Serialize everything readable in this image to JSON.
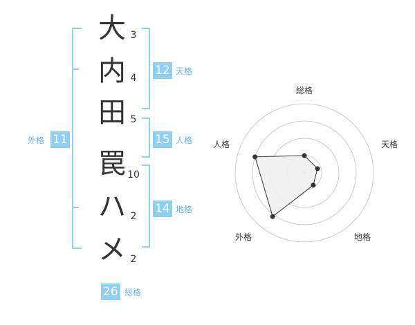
{
  "colors": {
    "accent": "#8fcff2",
    "accent_text": "#64b4e4",
    "badge_bg": "#8fcff2",
    "text": "#333333",
    "radar_grid": "#cccccc",
    "radar_fill": "#f0f0f0"
  },
  "name": {
    "characters": [
      {
        "char": "大",
        "strokes": "3"
      },
      {
        "char": "内",
        "strokes": "4"
      },
      {
        "char": "田",
        "strokes": "5"
      },
      {
        "char": "罠",
        "strokes": "10"
      },
      {
        "char": "ハ",
        "strokes": "2"
      },
      {
        "char": "メ",
        "strokes": "2"
      }
    ]
  },
  "fortune": {
    "tenkaku": {
      "label": "天格",
      "value": "12"
    },
    "jinkaku": {
      "label": "人格",
      "value": "15"
    },
    "chikaku": {
      "label": "地格",
      "value": "14"
    },
    "gaikaku": {
      "label": "外格",
      "value": "11"
    },
    "soukaku": {
      "label": "総格",
      "value": "26"
    }
  },
  "chart_data": {
    "type": "radar",
    "axes": [
      "総格",
      "天格",
      "地格",
      "外格",
      "人格"
    ],
    "values": [
      0.25,
      0.2,
      0.22,
      0.78,
      0.75
    ],
    "rings": 4,
    "max": 1
  }
}
